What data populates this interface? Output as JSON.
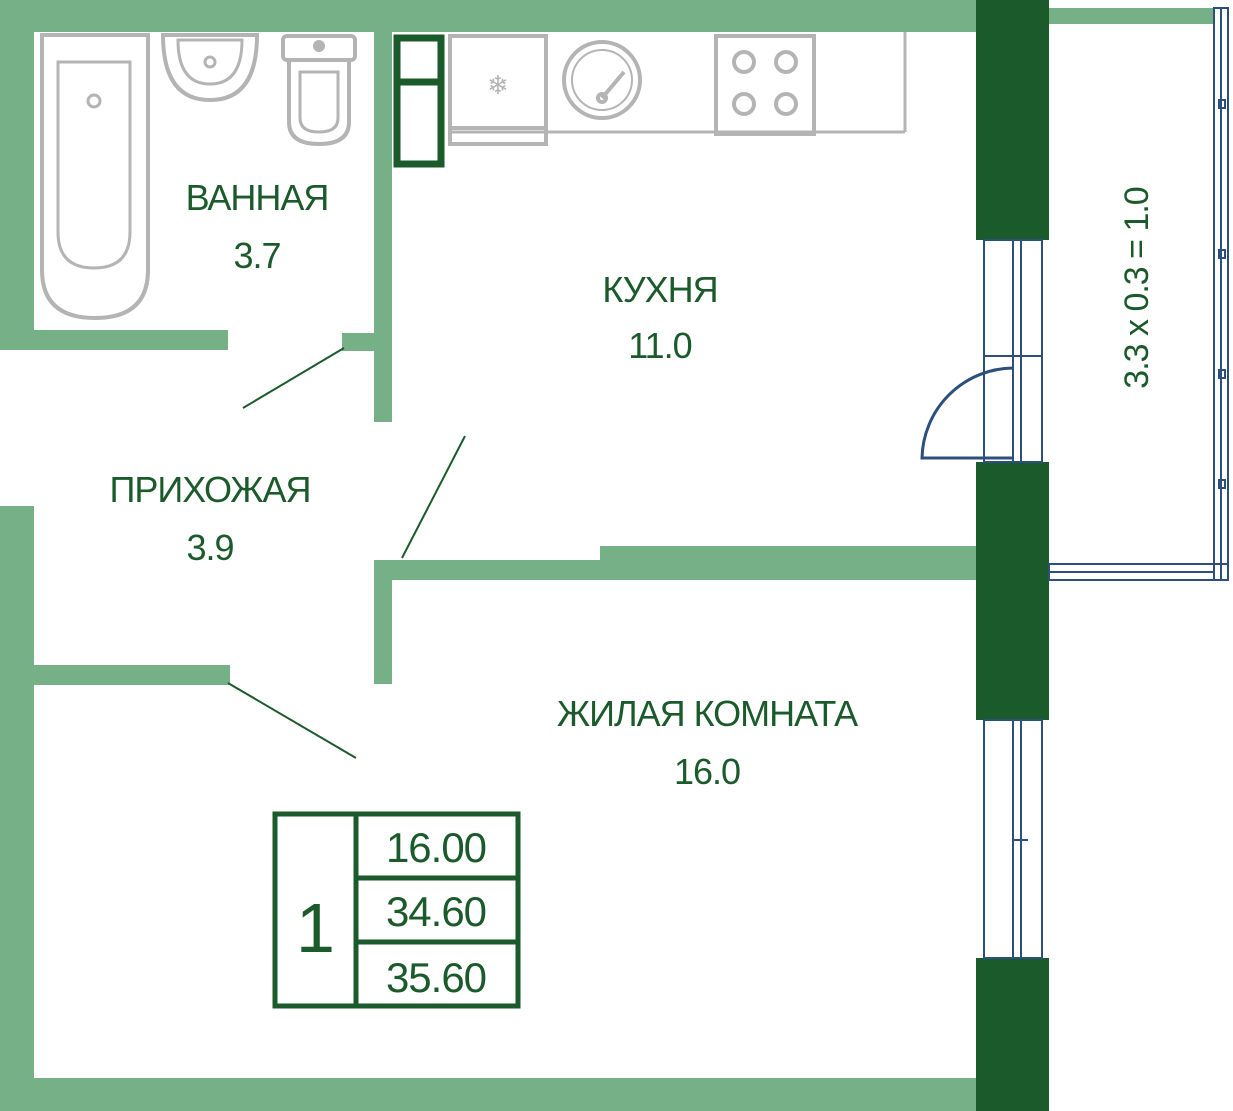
{
  "rooms": {
    "bathroom": {
      "name": "ВАННАЯ",
      "area": "3.7"
    },
    "kitchen": {
      "name": "КУХНЯ",
      "area": "11.0"
    },
    "hallway": {
      "name": "ПРИХОЖАЯ",
      "area": "3.9"
    },
    "living": {
      "name": "ЖИЛАЯ КОМНАТА",
      "area": "16.0"
    }
  },
  "balcony": {
    "label": "3.3 x 0.3 = 1.0"
  },
  "summary": {
    "rooms_count": "1",
    "living_area": "16.00",
    "total_area": "34.60",
    "total_area_with_balcony": "35.60"
  },
  "colors": {
    "wall": "#76b087",
    "wall_dark": "#1b5a2a",
    "fixture": "#b4b4b4",
    "window": "#2c4f7c",
    "text": "#1b5a2a"
  }
}
